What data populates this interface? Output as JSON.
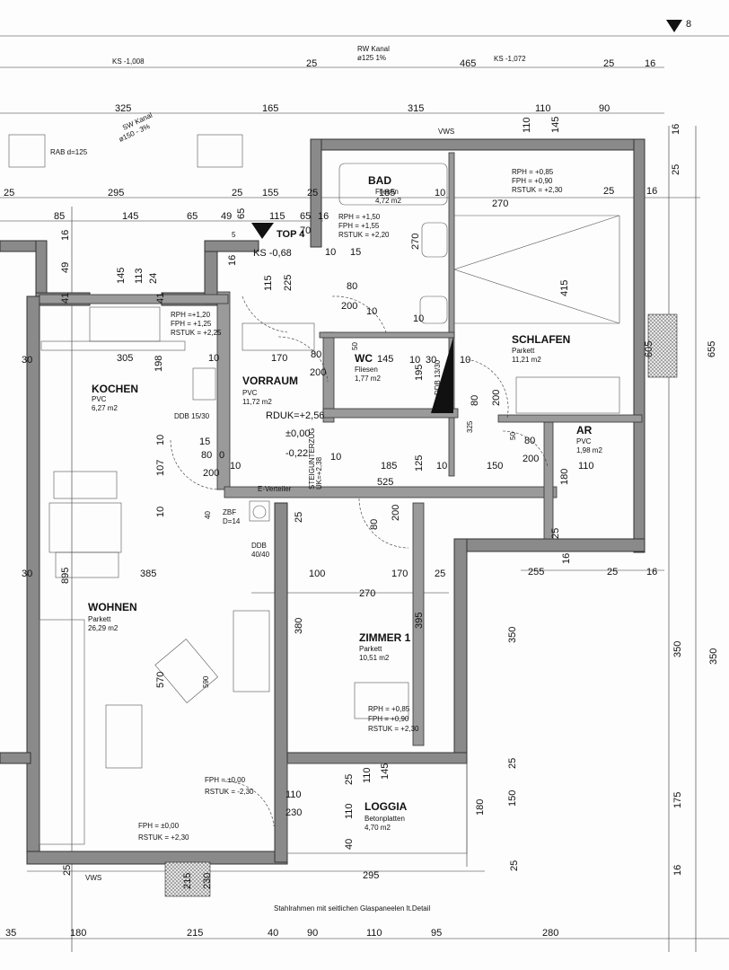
{
  "rooms": {
    "bad": {
      "name": "BAD",
      "floor": "Fliesen",
      "area": "4,72 m2",
      "rph": "RPH = +1,50",
      "fph": "FPH = +1,55",
      "rstuk": "RSTUK = +2,20"
    },
    "schlafen": {
      "name": "SCHLAFEN",
      "floor": "Parkett",
      "area": "11,21 m2",
      "rph": "RPH = +0,85",
      "fph": "FPH = +0,90",
      "rstuk": "RSTUK = +2,30"
    },
    "kochen": {
      "name": "KOCHEN",
      "floor": "PVC",
      "area": "6,27 m2",
      "rph": "RPH =+1,20",
      "fph": "FPH = +1,25",
      "rstuk": "RSTUK = +2,25"
    },
    "vorraum": {
      "name": "VORRAUM",
      "floor": "PVC",
      "area": "11,72 m2"
    },
    "wc": {
      "name": "WC",
      "floor": "Fliesen",
      "area": "1,77 m2"
    },
    "ar": {
      "name": "AR",
      "floor": "PVC",
      "area": "1,98 m2"
    },
    "wohnen": {
      "name": "WOHNEN",
      "floor": "Parkett",
      "area": "26,29 m2",
      "fph": "FPH = ±0,00",
      "rstuk": "RSTUK = +2,30"
    },
    "zimmer1": {
      "name": "ZIMMER 1",
      "floor": "Parkett",
      "area": "10,51 m2",
      "rph": "RPH = +0,85",
      "fph": "FPH = +0,90",
      "rstuk": "RSTUK = +2,30"
    },
    "loggia": {
      "name": "LOGGIA",
      "floor": "Betonplatten",
      "area": "4,70 m2"
    },
    "wohnen_fph2": "FPH = ±0,00",
    "wohnen_rstuk2": "RSTUK = -2,30"
  },
  "labels": {
    "top": "TOP 4",
    "ks_top": "KS -0,68",
    "rduk": "RDUK=+2,56",
    "lvl0": "±0,00",
    "lvl1": "-0,22",
    "vws1": "VWS",
    "vws2": "VWS",
    "rw_kanal": "RW Kanal",
    "rw_dia": "ø125  1%",
    "sw_kanal": "SW Kanal",
    "sw_dia": "ø150 - 3%",
    "ks_left": "KS -1,008",
    "ks_right": "KS -1,072",
    "rab": "RAB d=125",
    "e_verteiler": "E-Verteiler",
    "ddb1": "DDB 15/30",
    "ddb2": "DDB 13/30",
    "ddb3": "DDB",
    "ddb3b": "40/40",
    "zbf": "ZBF",
    "zbf2": "D=14",
    "steig": "STEIGUNTERZUG",
    "steig2": "UK=+2,38",
    "corner": "8",
    "stahl": "Stahlrahmen mit seitlichen Glaspaneelen  lt.Detail",
    "fph_kochen": "FPH = ±0,00",
    "rstuk_kochen": "RSTUK = +2,30"
  },
  "dims": {
    "top_row1": [
      "25",
      "465",
      "25",
      "16"
    ],
    "top_row2": [
      "325",
      "165",
      "315",
      "110",
      "90"
    ],
    "top_row3": [
      "25",
      "295",
      "25",
      "155",
      "25",
      "185",
      "10",
      "25",
      "16"
    ],
    "top_row4": [
      "85",
      "145",
      "65",
      "49",
      "115",
      "65",
      "16"
    ],
    "bottom_row": [
      "35",
      "180",
      "215",
      "40",
      "90",
      "110",
      "95",
      "280"
    ],
    "misc": [
      "110",
      "145",
      "16",
      "25",
      "270",
      "270",
      "415",
      "605",
      "655",
      "16",
      "49",
      "145",
      "113",
      "24",
      "41",
      "41",
      "5",
      "65",
      "70",
      "10",
      "15",
      "16",
      "225",
      "115",
      "80",
      "200",
      "10",
      "10",
      "305",
      "198",
      "10",
      "30",
      "30",
      "170",
      "80",
      "200",
      "145",
      "50",
      "195",
      "10",
      "30",
      "10",
      "80",
      "200",
      "325",
      "50",
      "80",
      "200",
      "110",
      "180",
      "15",
      "80",
      "0",
      "10",
      "200",
      "10",
      "185",
      "125",
      "10",
      "150",
      "525",
      "107",
      "10",
      "10",
      "40",
      "25",
      "80",
      "200",
      "25",
      "16",
      "255",
      "25",
      "16",
      "895",
      "385",
      "100",
      "170",
      "25",
      "270",
      "380",
      "395",
      "350",
      "350",
      "350",
      "570",
      "590",
      "25",
      "150",
      "175",
      "110",
      "230",
      "25",
      "110",
      "145",
      "180",
      "110",
      "40",
      "25",
      "16",
      "295",
      "215",
      "230",
      "25"
    ]
  }
}
